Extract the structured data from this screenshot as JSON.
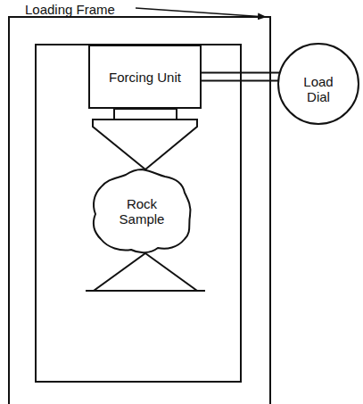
{
  "diagram": {
    "nodes": [
      {
        "text": [
          "Loading Frame"
        ]
      },
      {
        "text": [
          "Forcing Unit"
        ],
        "in": 0
      },
      {
        "text": [
          "Rock Sample"
        ],
        "in": 0
      },
      {
        "text": [
          "Load Dial"
        ]
      }
    ],
    "edges": [
      {
        "from": 1,
        "to": 3,
        "arrow": "none"
      }
    ]
  }
}
